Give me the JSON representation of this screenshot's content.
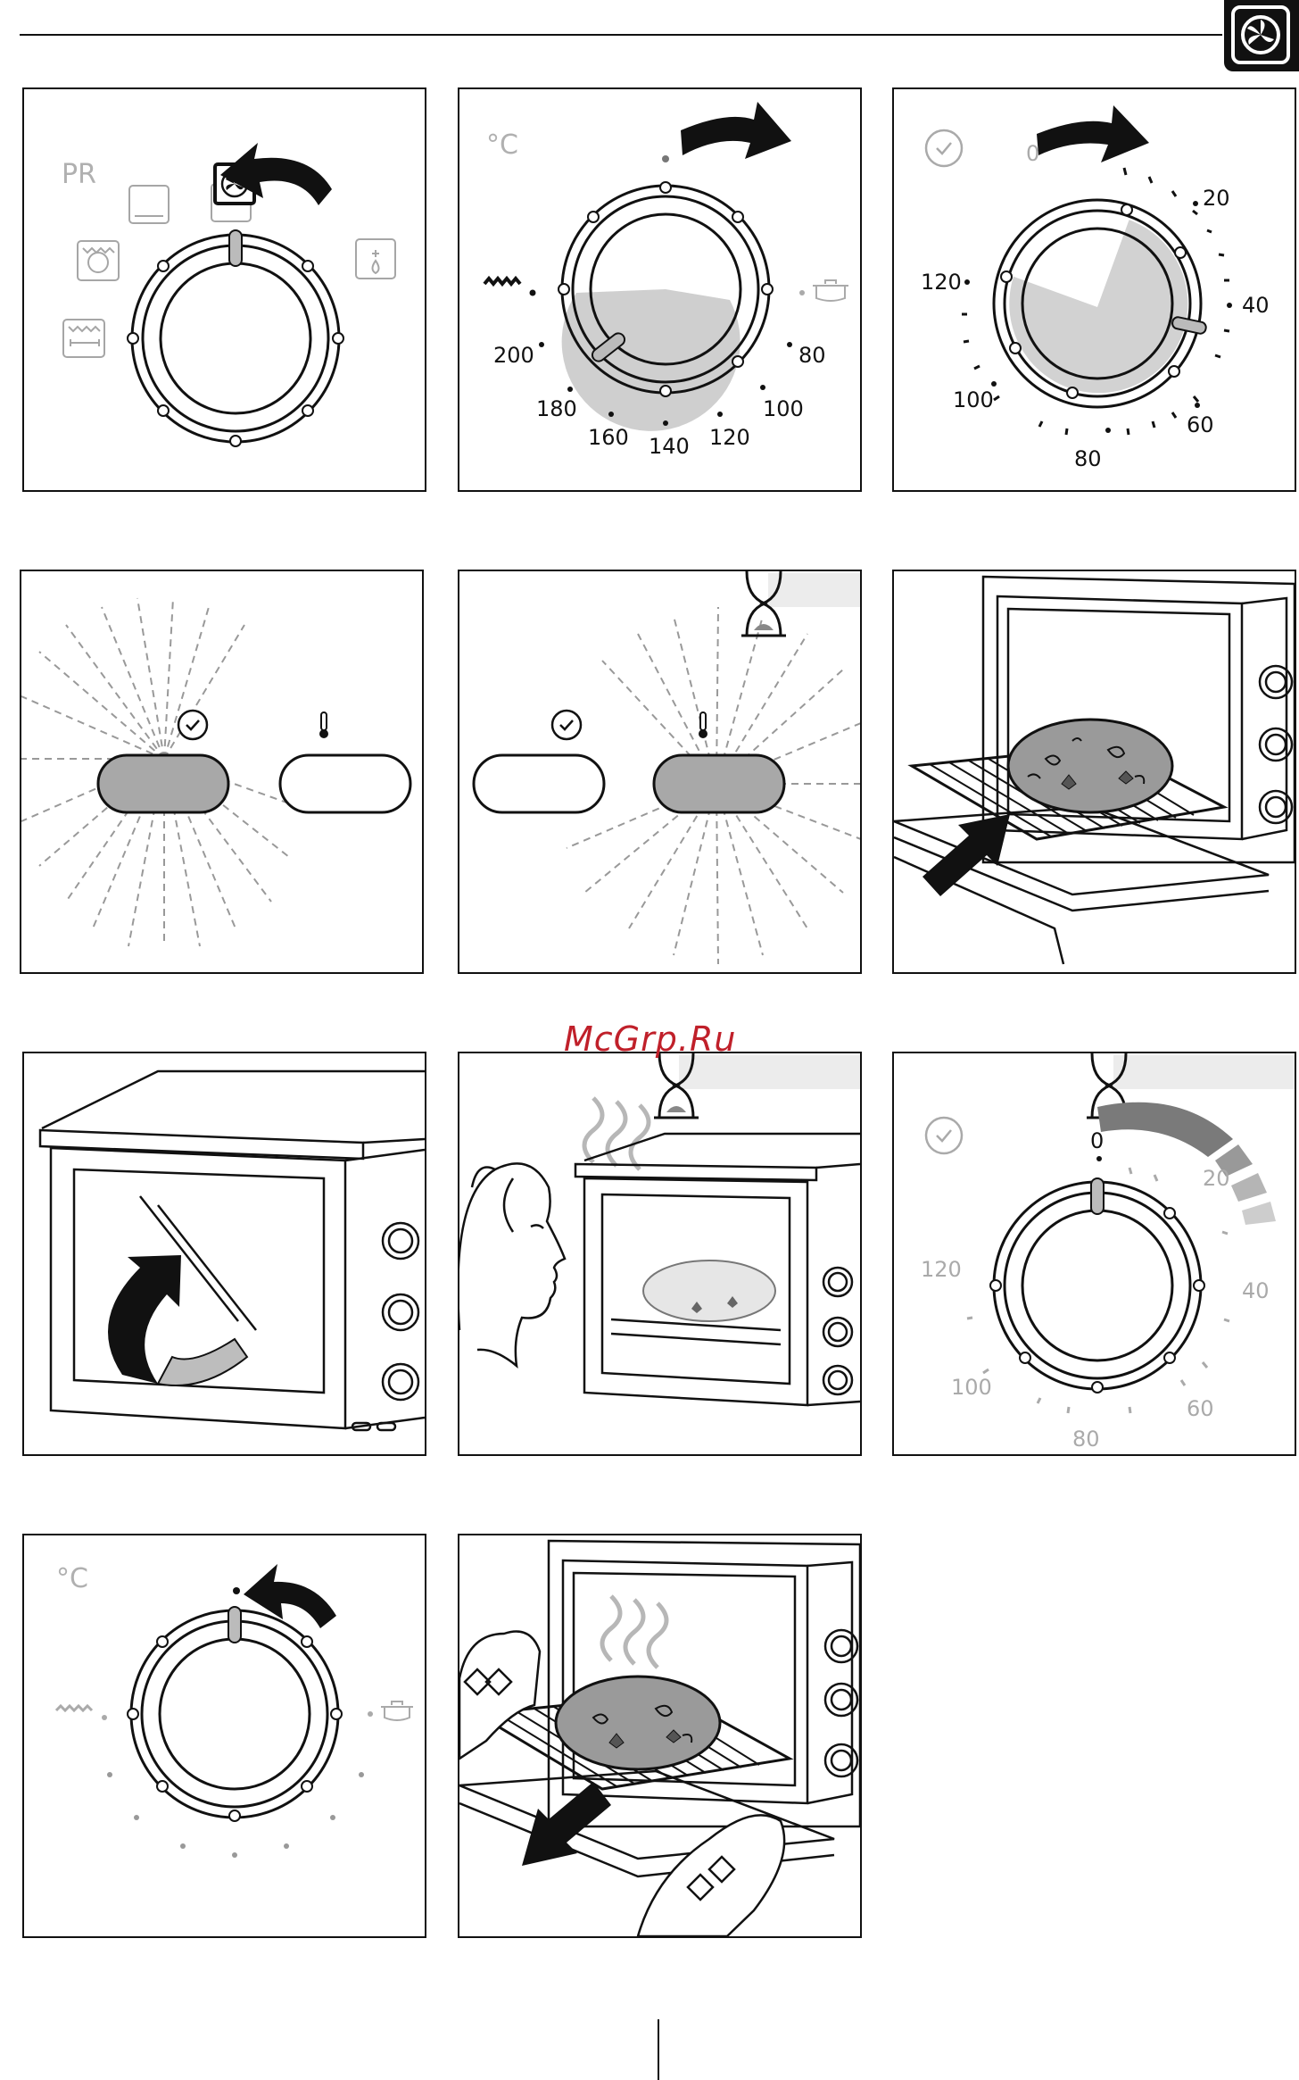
{
  "header": {
    "icon": "fan-oven-icon"
  },
  "watermark": "McGrp.Ru",
  "panel1": {
    "label": "PR"
  },
  "panel2": {
    "unit": "°C",
    "scale": [
      "80",
      "100",
      "120",
      "140",
      "160",
      "180",
      "200"
    ]
  },
  "panel3": {
    "scale": [
      "0",
      "20",
      "40",
      "60",
      "80",
      "100",
      "120"
    ]
  },
  "panel11": {
    "scale": [
      "0",
      "20",
      "40",
      "60",
      "80",
      "100",
      "120"
    ]
  },
  "panel13": {
    "unit": "°C"
  },
  "colors": {
    "line": "#111111",
    "grey": "#a6a6a6",
    "light_grey": "#d0d0d0"
  }
}
